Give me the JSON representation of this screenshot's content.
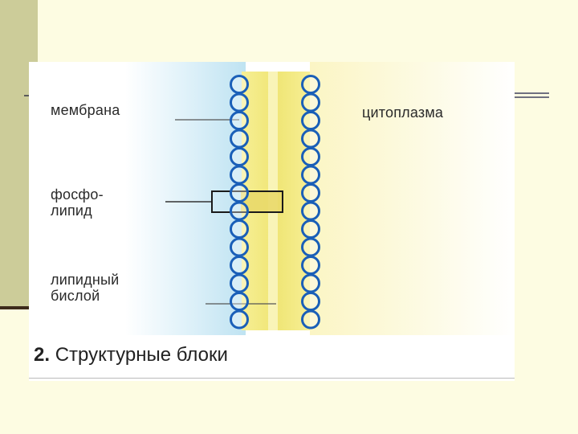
{
  "figure": {
    "labels": {
      "membrane": "мембрана",
      "cytoplasm": "цитоплазма",
      "phospholipid": "фосфо-\nлипид",
      "bilayer": "липидный\nбислой"
    },
    "caption": {
      "number": "2.",
      "text": "Структурные блоки"
    }
  },
  "colors": {
    "background": "#fdfce2",
    "sidebar": "#cccc99",
    "circle_stroke": "#1a5fb8",
    "lipid_core": "#f2ea86",
    "outer_side": "#cfe9f4",
    "cytoplasm_side": "#fbf7cc"
  }
}
